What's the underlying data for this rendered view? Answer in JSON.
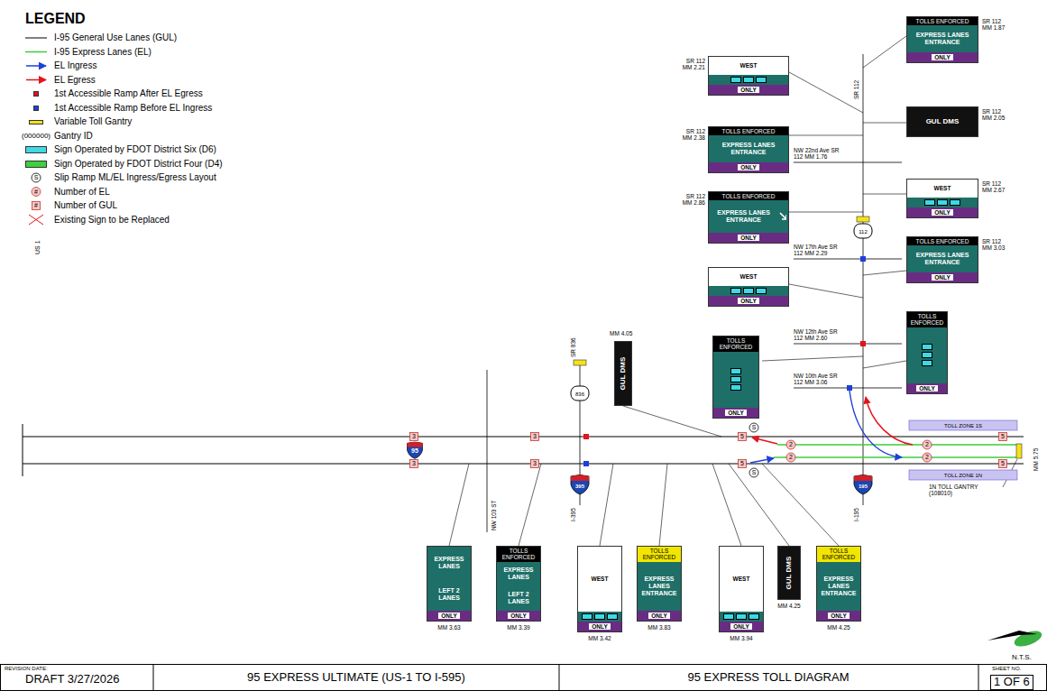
{
  "diagram": {
    "title": "95 EXPRESS TOLL DIAGRAM",
    "nodes": [
      {
        "text": [
          "TOLLS ENFORCED",
          "EXPRESS LANES ENTRANCE",
          "ONLY"
        ]
      },
      {
        "text": [
          "WEST",
          "ONLY"
        ]
      },
      {
        "text": [
          "GUL DMS"
        ]
      },
      {
        "text": [
          "TOLLS ENFORCED",
          "EXPRESS LANES ENTRANCE",
          "ONLY"
        ]
      },
      {
        "text": [
          "WEST",
          "ONLY"
        ]
      },
      {
        "text": [
          "TOLLS ENFORCED",
          "EXPRESS LANES ENTRANCE",
          "ONLY"
        ]
      },
      {
        "text": [
          "TOLLS ENFORCED",
          "EXPRESS LANES ENTRANCE",
          "ONLY"
        ]
      },
      {
        "text": [
          "WEST",
          "ONLY"
        ]
      },
      {
        "text": [
          "TOLLS ENFORCED",
          "ONLY"
        ]
      },
      {
        "text": [
          "TOLLS ENFORCED",
          "ONLY"
        ]
      },
      {
        "text": [
          "GUL DMS"
        ]
      },
      {
        "text": [
          "EXPRESS LANES",
          "LEFT 2 LANES",
          "ONLY"
        ]
      },
      {
        "text": [
          "TOLLS ENFORCED",
          "EXPRESS LANES",
          "LEFT 2 LANES",
          "ONLY"
        ]
      },
      {
        "text": [
          "WEST",
          "ONLY"
        ]
      },
      {
        "text": [
          "TOLLS ENFORCED",
          "EXPRESS LANES ENTRANCE",
          "ONLY"
        ]
      },
      {
        "text": [
          "WEST",
          "ONLY"
        ]
      },
      {
        "text": [
          "GUL DMS"
        ]
      },
      {
        "text": [
          "TOLLS ENFORCED",
          "EXPRESS LANES ENTRANCE",
          "ONLY"
        ]
      }
    ],
    "labels": [
      "LEGEND",
      "(000000)",
      "S",
      "#",
      "#",
      "US 1",
      "NW 103 ST",
      "SR 836",
      "836",
      "I-395",
      "395",
      "95",
      "3",
      "3",
      "3",
      "3",
      "5",
      "5",
      "S",
      "S",
      "2",
      "2",
      "2",
      "2",
      "5",
      "5",
      "TOLL ZONE 1S",
      "TOLL ZONE 1N",
      "MM 5.75",
      "1N TOLL GANTRY (108010)",
      "I-195",
      "195",
      "SR 112",
      "112",
      "NW 22nd Ave SR 112 MM 1.76",
      "NW 17th Ave SR 112 MM 2.29",
      "NW 12th Ave SR 112 MM 2.60",
      "NW 10th Ave SR 112 MM 3.06",
      "SR 112 MM 2.21",
      "SR 112 MM 2.38",
      "SR 112 MM 2.86",
      "SR 112 MM 1.87",
      "SR 112 MM 2.05",
      "SR 112 MM 2.67",
      "SR 112 MM 3.03",
      "MM 4.05",
      "MM 3.63",
      "MM 3.39",
      "MM 3.42",
      "MM 3.83",
      "MM 3.94",
      "MM 4.25",
      "MM 4.25",
      "N.T.S.",
      "REVISION DATE:",
      "DRAFT 3/27/2026",
      "95 EXPRESS ULTIMATE (US-1 TO I-595)",
      "SHEET NO.",
      "1 OF 6"
    ],
    "legend": [
      {
        "text": "I-95 General Use Lanes (GUL)"
      },
      {
        "text": "I-95 Express Lanes (EL)"
      },
      {
        "text": "EL Ingress"
      },
      {
        "text": "EL Egress"
      },
      {
        "text": "1st Accessible Ramp After EL Egress",
        "color": "#e3141b"
      },
      {
        "text": "1st Accessible Ramp Before EL Ingress",
        "color": "#1f3fd9"
      },
      {
        "text": "Variable Toll Gantry",
        "color": "#f5e21b"
      },
      {
        "text": "Gantry ID"
      },
      {
        "text": "Sign Operated by FDOT District Six (D6)",
        "color": "#3fd8e6"
      },
      {
        "text": "Sign Operated by FDOT District Four (D4)",
        "color": "#3cd23c"
      },
      {
        "text": "Slip Ramp ML/EL Ingress/Egress Layout"
      },
      {
        "text": "Number of EL"
      },
      {
        "text": "Number of GUL"
      },
      {
        "text": "Existing Sign to be Replaced"
      }
    ]
  }
}
